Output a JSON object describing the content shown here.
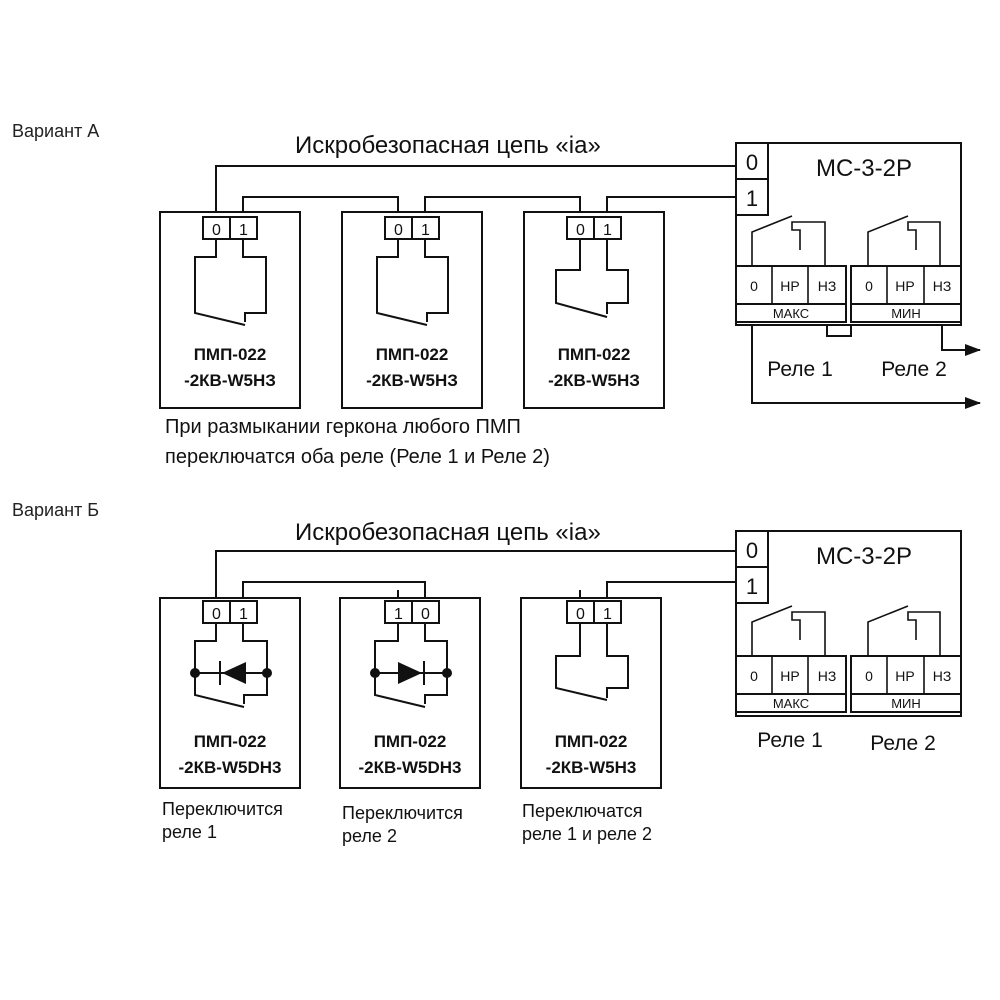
{
  "variant_a": {
    "label": "Вариант А",
    "circuit_label": "Искробезопасная цепь «ia»",
    "sensors": [
      {
        "t0": "0",
        "t1": "1",
        "model1": "ПМП-022",
        "model2": "-2КВ-W5НЗ"
      },
      {
        "t0": "0",
        "t1": "1",
        "model1": "ПМП-022",
        "model2": "-2КВ-W5НЗ"
      },
      {
        "t0": "0",
        "t1": "1",
        "model1": "ПМП-022",
        "model2": "-2КВ-W5НЗ"
      }
    ],
    "controller": {
      "title": "МС-3-2Р",
      "term0": "0",
      "term1": "1",
      "relay1": {
        "c0": "0",
        "c1": "НР",
        "c2": "НЗ",
        "name": "МАКС"
      },
      "relay2": {
        "c0": "0",
        "c1": "НР",
        "c2": "НЗ",
        "name": "МИН"
      }
    },
    "relay1_label": "Реле 1",
    "relay2_label": "Реле 2",
    "note_line1": "При размыкании геркона любого ПМП",
    "note_line2": "переключатся оба реле (Реле 1 и  Реле 2)"
  },
  "variant_b": {
    "label": "Вариант Б",
    "circuit_label": "Искробезопасная цепь «ia»",
    "sensors": [
      {
        "t0": "0",
        "t1": "1",
        "model1": "ПМП-022",
        "model2": "-2КВ-W5DН3",
        "caption1": "Переключится",
        "caption2": "реле 1"
      },
      {
        "t0": "1",
        "t1": "0",
        "model1": "ПМП-022",
        "model2": "-2КВ-W5DН3",
        "caption1": "Переключится",
        "caption2": "реле 2"
      },
      {
        "t0": "0",
        "t1": "1",
        "model1": "ПМП-022",
        "model2": "-2КВ-W5Н3",
        "caption1": "Переключатся",
        "caption2": "реле 1 и реле 2"
      }
    ],
    "controller": {
      "title": "МС-3-2Р",
      "term0": "0",
      "term1": "1",
      "relay1": {
        "c0": "0",
        "c1": "НР",
        "c2": "НЗ",
        "name": "МАКС"
      },
      "relay2": {
        "c0": "0",
        "c1": "НР",
        "c2": "НЗ",
        "name": "МИН"
      }
    },
    "relay1_label": "Реле 1",
    "relay2_label": "Реле 2"
  }
}
